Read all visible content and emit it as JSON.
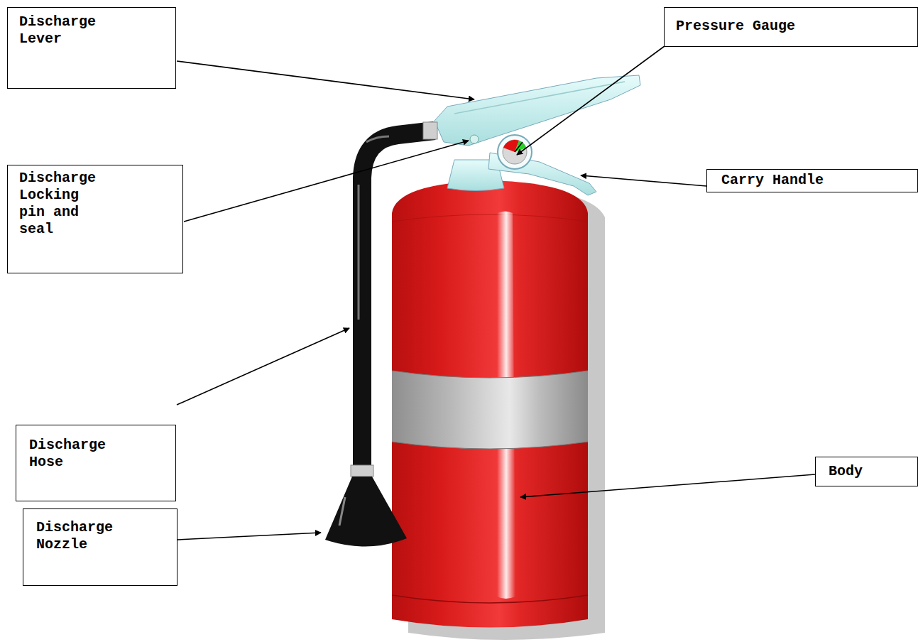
{
  "diagram": {
    "nodes": [
      {
        "text": [
          "Discharge Lever"
        ]
      },
      {
        "text": [
          "Pressure Gauge"
        ]
      },
      {
        "text": [
          "Discharge Locking pin and seal"
        ]
      },
      {
        "text": [
          "Carry Handle"
        ]
      },
      {
        "text": [
          "Discharge Hose"
        ]
      },
      {
        "text": [
          "Body"
        ]
      },
      {
        "text": [
          "Discharge Nozzle"
        ]
      }
    ]
  }
}
